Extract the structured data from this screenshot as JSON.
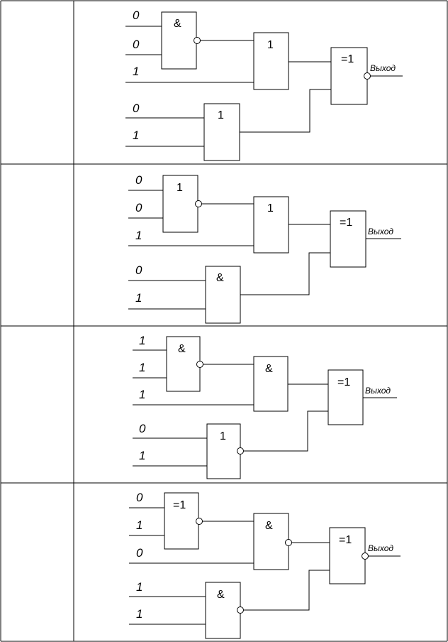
{
  "output_label": "Выход",
  "circuits": [
    {
      "inputs": [
        "0",
        "0",
        "1",
        "0",
        "1"
      ],
      "gates": {
        "g1": "&",
        "g2": "1",
        "g3": "1",
        "out": "=1"
      }
    },
    {
      "inputs": [
        "0",
        "0",
        "1",
        "0",
        "1"
      ],
      "gates": {
        "g1": "1",
        "g2": "1",
        "g3": "&",
        "out": "=1"
      }
    },
    {
      "inputs": [
        "1",
        "1",
        "1",
        "0",
        "1"
      ],
      "gates": {
        "g1": "&",
        "g2": "&",
        "g3": "1",
        "out": "=1"
      }
    },
    {
      "inputs": [
        "0",
        "1",
        "0",
        "1",
        "1"
      ],
      "gates": {
        "g1": "=1",
        "g2": "&",
        "g3": "&",
        "out": "=1"
      }
    }
  ]
}
